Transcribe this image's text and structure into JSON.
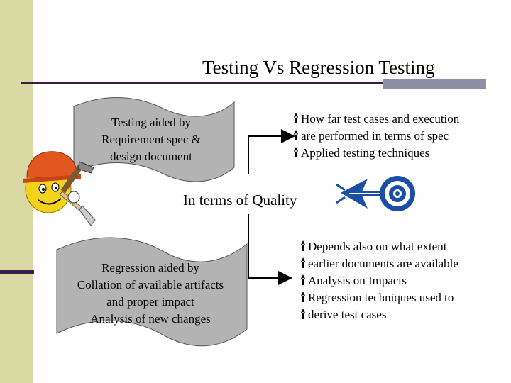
{
  "slide": {
    "title": "Testing Vs Regression Testing",
    "colors": {
      "left_band": "#d9d9a4",
      "accent_dark": "#3a1d49",
      "accent_grey": "#8e8ea8",
      "scroll_fill": "#b3b3b3",
      "arrow": "#000000",
      "target_blue": "#1b4fa6"
    }
  },
  "top_scroll": {
    "lines": [
      "Testing aided by",
      "Requirement spec &",
      "design document"
    ]
  },
  "top_bullets": [
    "How far test cases and execution",
    "are performed in terms of spec",
    "Applied testing techniques"
  ],
  "quality_label": "In terms of Quality",
  "bottom_scroll": {
    "lines": [
      "Regression aided by",
      "Collation of available artifacts",
      "and proper impact",
      "Analysis of new changes"
    ]
  },
  "bottom_bullets": [
    "Depends also on what extent",
    "earlier documents are available",
    "Analysis on Impacts",
    "Regression techniques used to",
    "derive test cases"
  ],
  "icons": {
    "worker": "construction-worker-smiley-icon",
    "target": "target-arrow-icon",
    "bullet": "pen-nib-bullet-icon"
  }
}
